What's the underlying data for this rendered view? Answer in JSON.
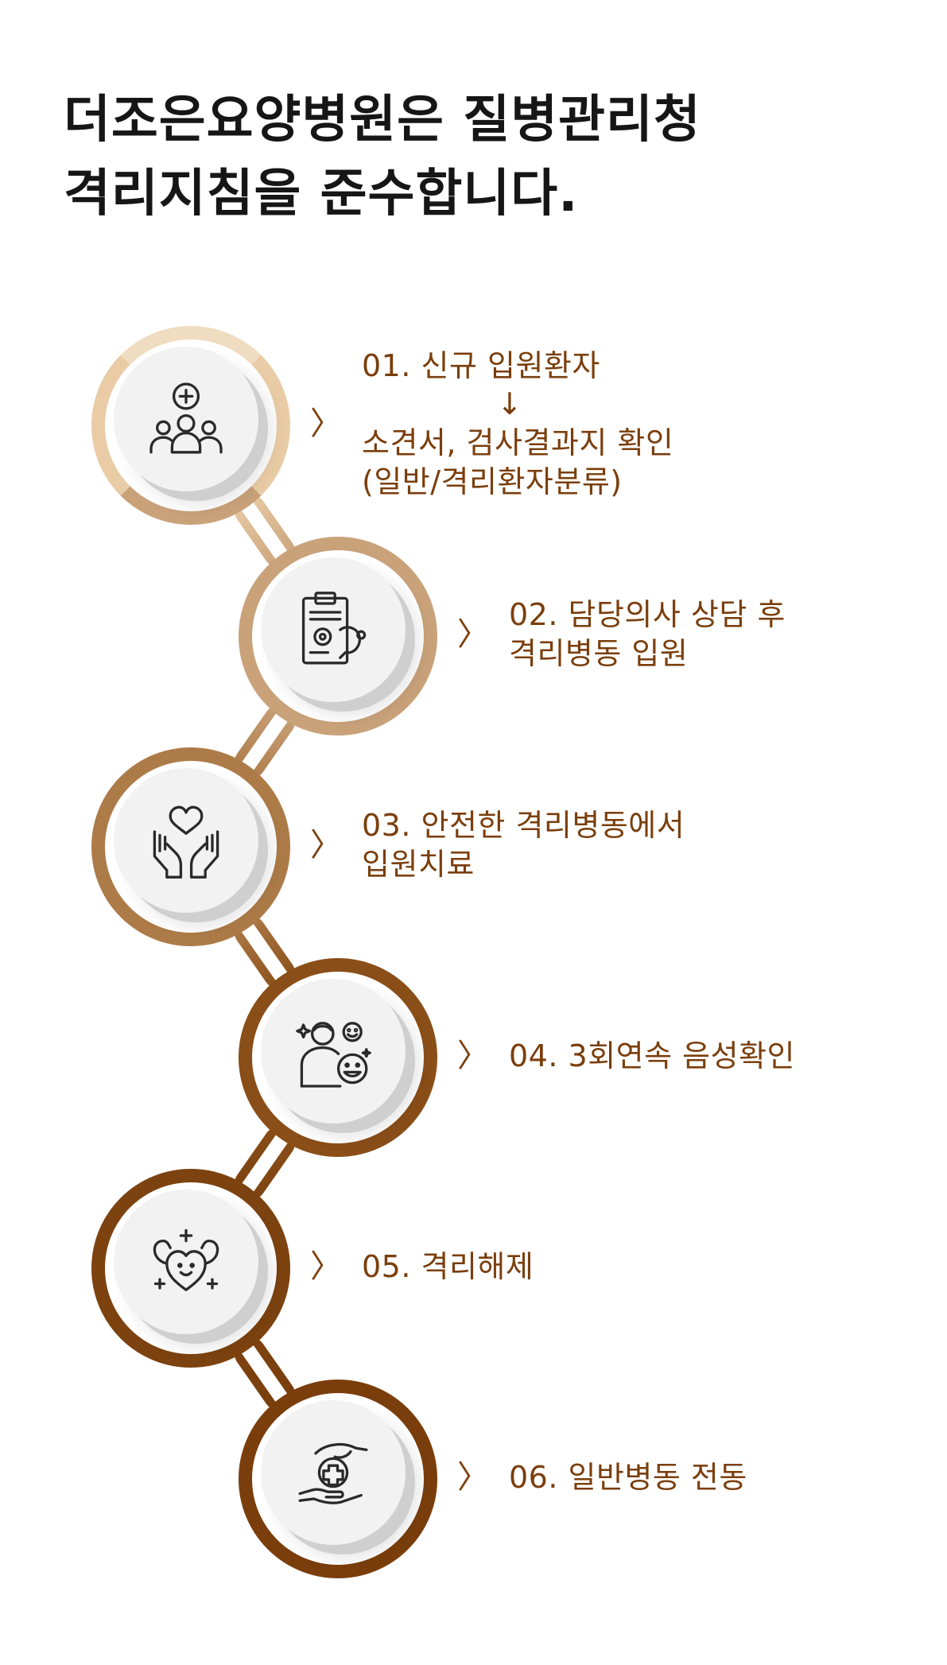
{
  "title": {
    "line1": "더조은요양병원은 질병관리청",
    "line2": "격리지침을 준수합니다."
  },
  "steps": [
    {
      "icon": "patients-medical-cross-icon",
      "chevron": "〉",
      "lines": [
        "01. 신규 입원환자",
        "↓",
        "소견서, 검사결과지 확인",
        "(일반/격리환자분류)"
      ],
      "color": "#e9cca6",
      "text_color": "#7a3e0c"
    },
    {
      "icon": "clipboard-stethoscope-icon",
      "chevron": "〉",
      "lines": [
        "02. 담당의사 상담 후",
        "격리병동 입원"
      ],
      "color": "#c9a27a",
      "text_color": "#7a3e0c"
    },
    {
      "icon": "hands-heart-icon",
      "chevron": "〉",
      "lines": [
        "03. 안전한 격리병동에서",
        "입원치료"
      ],
      "color": "#ad7b48",
      "text_color": "#7a3e0c"
    },
    {
      "icon": "person-smiling-faces-icon",
      "chevron": "〉",
      "lines": [
        "04. 3회연속 음성확인"
      ],
      "color": "#8a4e18",
      "text_color": "#7a3e0c"
    },
    {
      "icon": "strong-heart-icon",
      "chevron": "〉",
      "lines": [
        "05. 격리해제"
      ],
      "color": "#7c4210",
      "text_color": "#7a3e0c"
    },
    {
      "icon": "hands-medical-cross-icon",
      "chevron": "〉",
      "lines": [
        "06. 일반병동 전동"
      ],
      "color": "#7a3e0c",
      "text_color": "#7a3e0c"
    }
  ]
}
